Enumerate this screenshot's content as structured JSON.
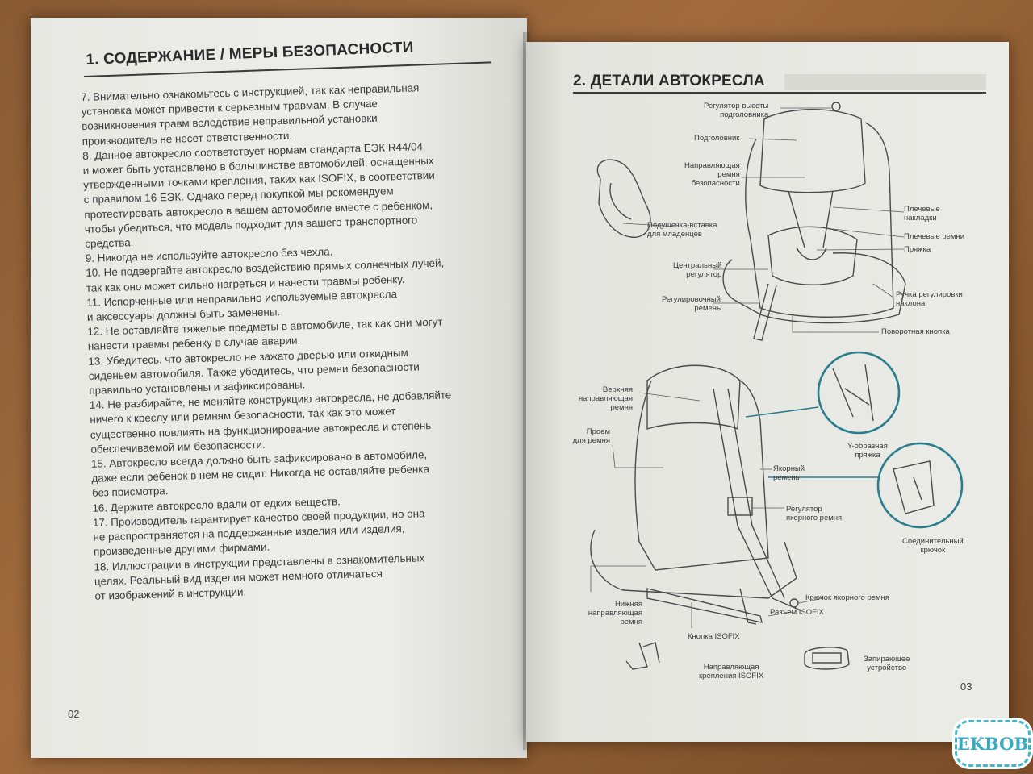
{
  "left_page": {
    "heading": "1. СОДЕРЖАНИЕ / МЕРЫ БЕЗОПАСНОСТИ",
    "lines": [
      "7. Внимательно ознакомьтесь с инструкцией, так как неправильная",
      "установка может привести к серьезным травмам. В случае",
      "возникновения травм вследствие неправильной установки",
      "производитель не несет ответственности.",
      "8. Данное автокресло соответствует нормам стандарта ЕЭК R44/04",
      "и может быть установлено в большинстве автомобилей, оснащенных",
      "утвержденными точками крепления, таких как ISOFIX, в соответствии",
      "с правилом 16 ЕЭК. Однако перед покупкой мы рекомендуем",
      "протестировать автокресло в вашем автомобиле вместе с ребенком,",
      "чтобы убедиться, что модель подходит для вашего транспортного",
      "средства.",
      "9. Никогда не используйте автокресло без чехла.",
      "10. Не подвергайте автокресло воздействию прямых солнечных лучей,",
      "так как оно может сильно нагреться и нанести травмы ребенку.",
      "11. Испорченные или неправильно используемые автокресла",
      "и аксессуары должны быть заменены.",
      "12. Не оставляйте тяжелые предметы в автомобиле, так как они могут",
      "нанести травмы ребенку в случае аварии.",
      "13. Убедитесь, что автокресло не зажато дверью или откидным",
      "сиденьем автомобиля. Также убедитесь, что ремни безопасности",
      "правильно установлены и зафиксированы.",
      "14. Не разбирайте, не меняйте конструкцию автокресла, не добавляйте",
      "ничего к креслу или ремням безопасности, так как это может",
      "существенно повлиять на функционирование автокресла и степень",
      "обеспечиваемой им безопасности.",
      "15. Автокресло всегда должно быть зафиксировано в автомобиле,",
      "даже если ребенок в нем не сидит. Никогда не оставляйте ребенка",
      "без присмотра.",
      "16. Держите автокресло вдали от едких веществ.",
      "17. Производитель гарантирует качество своей продукции, но она",
      "не распространяется на поддержанные изделия или изделия,",
      "произведенные другими фирмами.",
      "18. Иллюстрации в инструкции представлены в ознакомительных",
      "целях. Реальный вид изделия может немного отличаться",
      "от изображений в инструкции."
    ],
    "page_number": "02"
  },
  "right_page": {
    "heading": "2. ДЕТАЛИ АВТОКРЕСЛА",
    "page_number": "03",
    "labels": {
      "headrest_height": "Регулятор высоты\nподголовника",
      "headrest": "Подголовник",
      "belt_guide": "Направляющая\nремня\nбезопасности",
      "insert": "Подушечка-вставка\nдля младенцев",
      "central_adjuster": "Центральный\nрегулятор",
      "adjust_strap": "Регулировочный\nремень",
      "shoulder_pads": "Плечевые\nнакладки",
      "shoulder_belts": "Плечевые ремни",
      "buckle": "Пряжка",
      "recline_handle": "Ручка регулировки\nнаклона",
      "rotate_button": "Поворотная кнопка",
      "upper_guide": "Верхняя\nнаправляющая\nремня",
      "belt_opening": "Проем\nдля ремня",
      "y_buckle": "Y-образная\nпряжка",
      "anchor_belt": "Якорный\nремень",
      "anchor_adjuster": "Регулятор\nякорного ремня",
      "connector_hook": "Соединительный\nкрючок",
      "lower_guide": "Нижняя\nнаправляющая\nремня",
      "anchor_hook": "Крючок якорного ремня",
      "isofix_connector": "Разъем ISOFIX",
      "isofix_button": "Кнопка ISOFIX",
      "isofix_guide": "Направляющая\nкрепления ISOFIX",
      "lock_device": "Запирающее\nустройство"
    }
  },
  "watermark": "EKBOB"
}
